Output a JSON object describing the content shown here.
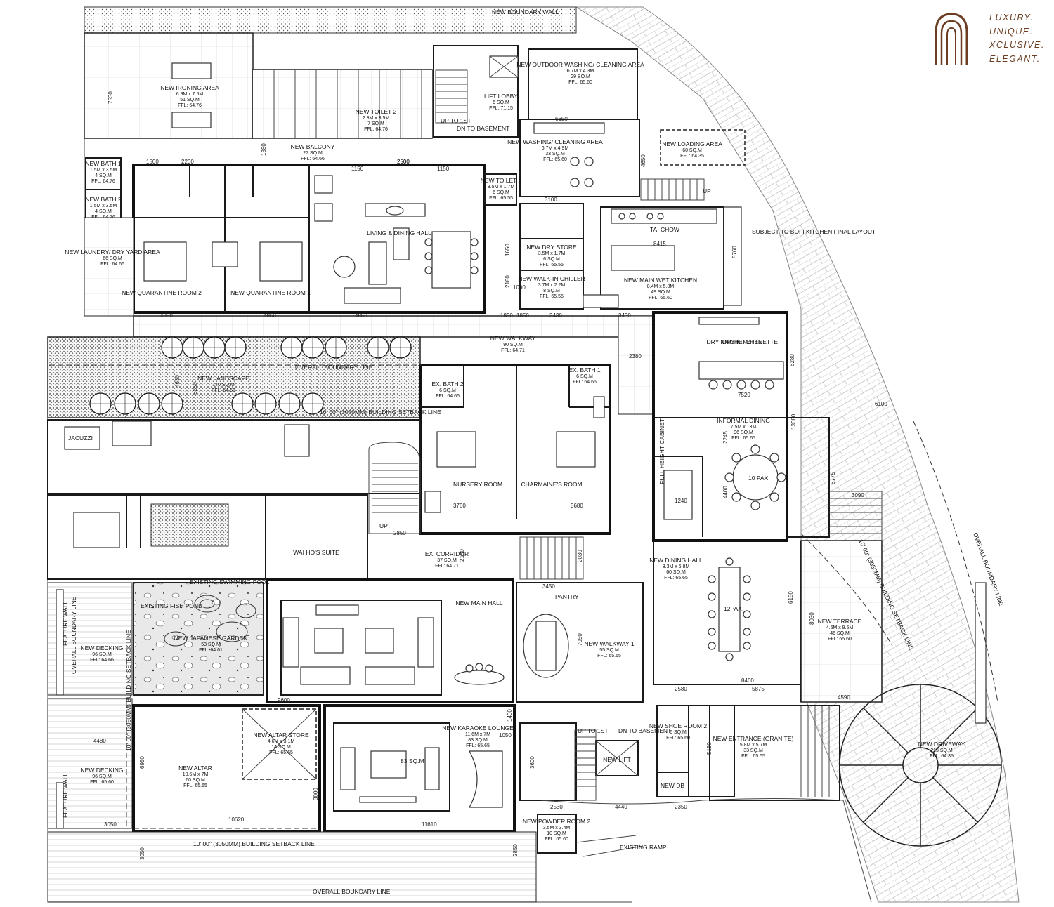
{
  "brand": {
    "lines": [
      "LUXURY.",
      "UNIQUE.",
      "XCLUSIVE.",
      "ELEGANT."
    ],
    "color": "#6b3e24"
  },
  "plan_labels": {
    "boundary_top": "NEW BOUNDARY WALL",
    "overall_boundary_bottom": "OVERALL BOUNDARY LINE",
    "overall_boundary_mid": "OVERALL BOUNDARY LINE",
    "overall_boundary_left": "OVERALL BOUNDARY LINE",
    "overall_boundary_right": "OVERALL BOUNDARY LINE",
    "setback_bottom": "10' 00\" (3050MM) BUILDING SETBACK LINE",
    "setback_mid": "10' 00\" (3050MM) BUILDING SETBACK LINE",
    "setback_left": "10' 00\" (3050MM) BUILDING SETBACK LINE",
    "setback_right": "10' 00\" (3050MM) BUILDING SETBACK LINE",
    "feature_wall_1": "FEATURE WALL",
    "feature_wall_2": "FEATURE WALL",
    "existing_ramp": "EXISTING RAMP",
    "existing_pool": "EXISTING SWIMMING POOL",
    "existing_fish_pond": "EXISTING FISH POND",
    "kitchen_note": "SUBJECT TO BOFI KITCHEN FINAL LAYOUT",
    "jacuzzi": "JACUZZI",
    "up_1": "UP TO 1ST",
    "dn_1": "DN TO BASEMENT",
    "up_2": "UP TO 1ST",
    "dn_2": "DN TO BASEMENT",
    "up_3": "UP",
    "up_4": "UP",
    "tables_10": "10 PAX",
    "tables_12": "12PAX",
    "full_height_cabinet": "FULL HEIGHT CABINET",
    "dry_kitchenette_lbl": "DRY KITCHENETTE",
    "tai_chow": "TAI CHOW",
    "pantry": "PANTRY",
    "area_83": "83 SQ.M"
  },
  "rooms": [
    {
      "name": "NEW IRONING AREA",
      "size": "6.9M x 7.5M",
      "area": "51 SQ.M",
      "ffl": "FFL: 64.76"
    },
    {
      "name": "NEW TOILET 2",
      "size": "2.3M x 3.5M",
      "area": "7 SQ.M",
      "ffl": "FFL: 64.76"
    },
    {
      "name": "LIFT LOBBY",
      "size": "",
      "area": "6 SQ.M",
      "ffl": "FFL: 71.15"
    },
    {
      "name": "NEW OUTDOOR WASHING/ CLEANING AREA",
      "size": "6.7M x 4.3M",
      "area": "29 SQ.M",
      "ffl": "FFL: 65.60"
    },
    {
      "name": "NEW BALCONY",
      "size": "",
      "area": "27 SQ.M",
      "ffl": "FFL: 64.66"
    },
    {
      "name": "NEW WASHING/ CLEANING AREA",
      "size": "6.7M x 4.9M",
      "area": "33 SQ.M",
      "ffl": "FFL: 65.60"
    },
    {
      "name": "NEW LOADING AREA",
      "size": "",
      "area": "60 SQ.M",
      "ffl": "FFL: 64.35"
    },
    {
      "name": "NEW BATH 1",
      "size": "1.5M x 3.5M",
      "area": "4 SQ.M",
      "ffl": "FFL: 64.76"
    },
    {
      "name": "NEW BATH 2",
      "size": "1.5M x 3.5M",
      "area": "4 SQ.M",
      "ffl": "FFL: 64.76"
    },
    {
      "name": "NEW TOILET 1",
      "size": "3.5M x 1.7M",
      "area": "6 SQ.M",
      "ffl": "FFL: 65.55"
    },
    {
      "name": "LIVING & DINING HALL",
      "size": "",
      "area": "",
      "ffl": ""
    },
    {
      "name": "NEW LAUNDRY/ DRY YARD AREA",
      "size": "",
      "area": "66 SQ.M",
      "ffl": "FFL: 64.66"
    },
    {
      "name": "NEW DRY STORE",
      "size": "3.5M x 1.7M",
      "area": "6 SQ.M",
      "ffl": "FFL: 65.55"
    },
    {
      "name": "NEW WALK-IN CHILLER",
      "size": "3.7M x 2.2M",
      "area": "8 SQ.M",
      "ffl": "FFL: 65.55"
    },
    {
      "name": "NEW MAIN WET KITCHEN",
      "size": "8.4M x 5.8M",
      "area": "49 SQ.M",
      "ffl": "FFL: 65.60"
    },
    {
      "name": "NEW QUARANTINE ROOM 2",
      "size": "",
      "area": "",
      "ffl": ""
    },
    {
      "name": "NEW QUARANTINE ROOM 1",
      "size": "",
      "area": "",
      "ffl": ""
    },
    {
      "name": "NEW WALKWAY",
      "size": "",
      "area": "90 SQ.M",
      "ffl": "FFL: 64.71"
    },
    {
      "name": "DRY KITCHENETTE",
      "size": "",
      "area": "",
      "ffl": ""
    },
    {
      "name": "NEW LANDSCAPE",
      "size": "",
      "area": "140 SQ.M",
      "ffl": "FFL: 64.61"
    },
    {
      "name": "EX. BATH 2",
      "size": "",
      "area": "6 SQ.M",
      "ffl": "FFL: 64.66"
    },
    {
      "name": "EX. BATH 1",
      "size": "",
      "area": "6 SQ.M",
      "ffl": "FFL: 64.66"
    },
    {
      "name": "INFORMAL DINING",
      "size": "7.5M x 13M",
      "area": "96 SQ.M",
      "ffl": "FFL: 65.65"
    },
    {
      "name": "NURSERY ROOM",
      "size": "",
      "area": "",
      "ffl": ""
    },
    {
      "name": "CHARMAINE'S ROOM",
      "size": "",
      "area": "",
      "ffl": ""
    },
    {
      "name": "WAI HO'S SUITE",
      "size": "",
      "area": "",
      "ffl": ""
    },
    {
      "name": "EX. CORRIDOR",
      "size": "",
      "area": "37 SQ.M",
      "ffl": "FFL: 64.71"
    },
    {
      "name": "NEW DINING HALL",
      "size": "8.3M x 6.8M",
      "area": "60 SQ.M",
      "ffl": "FFL: 65.65"
    },
    {
      "name": "NEW MAIN HALL",
      "size": "",
      "area": "",
      "ffl": ""
    },
    {
      "name": "NEW JAPANESE GARDEN",
      "size": "",
      "area": "53 SQ.M",
      "ffl": "FFL: 64.61"
    },
    {
      "name": "NEW DECKING",
      "size": "",
      "area": "96 SQ.M",
      "ffl": "FFL: 64.66"
    },
    {
      "name": "NEW WALKWAY 1",
      "size": "",
      "area": "55 SQ.M",
      "ffl": "FFL: 65.65"
    },
    {
      "name": "NEW TERRACE",
      "size": "4.6M x 9.5M",
      "area": "46 SQ.M",
      "ffl": "FFL: 65.60"
    },
    {
      "name": "NEW DRIVEWAY",
      "size": "",
      "area": "213 SQ.M",
      "ffl": "FFL: 64.35"
    },
    {
      "name": "NEW ALTAR STORE",
      "size": "4.6M x 3.1M",
      "area": "14 SQ.M",
      "ffl": "FFL: 65.65"
    },
    {
      "name": "NEW KARAOKE LOUNGE",
      "size": "11.6M x 7M",
      "area": "83 SQ.M",
      "ffl": "FFL: 65.65"
    },
    {
      "name": "NEW SHOE ROOM 2",
      "size": "",
      "area": "6 SQ.M",
      "ffl": "FFL: 65.60"
    },
    {
      "name": "NEW ENTRANCE (GRANITE)",
      "size": "5.8M x 5.7M",
      "area": "33 SQ.M",
      "ffl": "FFL: 65.55"
    },
    {
      "name": "NEW DB",
      "size": "",
      "area": "",
      "ffl": ""
    },
    {
      "name": "NEW LIFT",
      "size": "",
      "area": "",
      "ffl": ""
    },
    {
      "name": "NEW ALTAR",
      "size": "10.6M x 7M",
      "area": "60 SQ.M",
      "ffl": "FFL: 65.65"
    },
    {
      "name": "NEW DECKING",
      "size": "",
      "area": "96 SQ.M",
      "ffl": "FFL: 65.60"
    },
    {
      "name": "NEW POWDER ROOM 2",
      "size": "3.5M x 3.4M",
      "area": "10 SQ.M",
      "ffl": "FFL: 65.60"
    }
  ],
  "dims": [
    "7530",
    "1500",
    "2200",
    "2500",
    "1380",
    "2500",
    "1150",
    "1150",
    "6650",
    "4650",
    "3100",
    "8415",
    "5760",
    "4850",
    "4850",
    "4850",
    "1850",
    "1850",
    "3430",
    "3430",
    "2380",
    "4630",
    "3250",
    "6280",
    "7520",
    "6100",
    "2245",
    "4400",
    "1240",
    "13680",
    "6775",
    "3090",
    "3760",
    "3680",
    "2850",
    "2180",
    "2030",
    "3450",
    "6180",
    "8030",
    "7050",
    "2580",
    "8460",
    "5875",
    "4590",
    "4480",
    "6950",
    "3000",
    "10620",
    "11610",
    "3050",
    "3050",
    "2850",
    "1400",
    "1050",
    "3600",
    "2530",
    "4440",
    "2350",
    "5150",
    "9600",
    "1650",
    "2180",
    "1000"
  ]
}
